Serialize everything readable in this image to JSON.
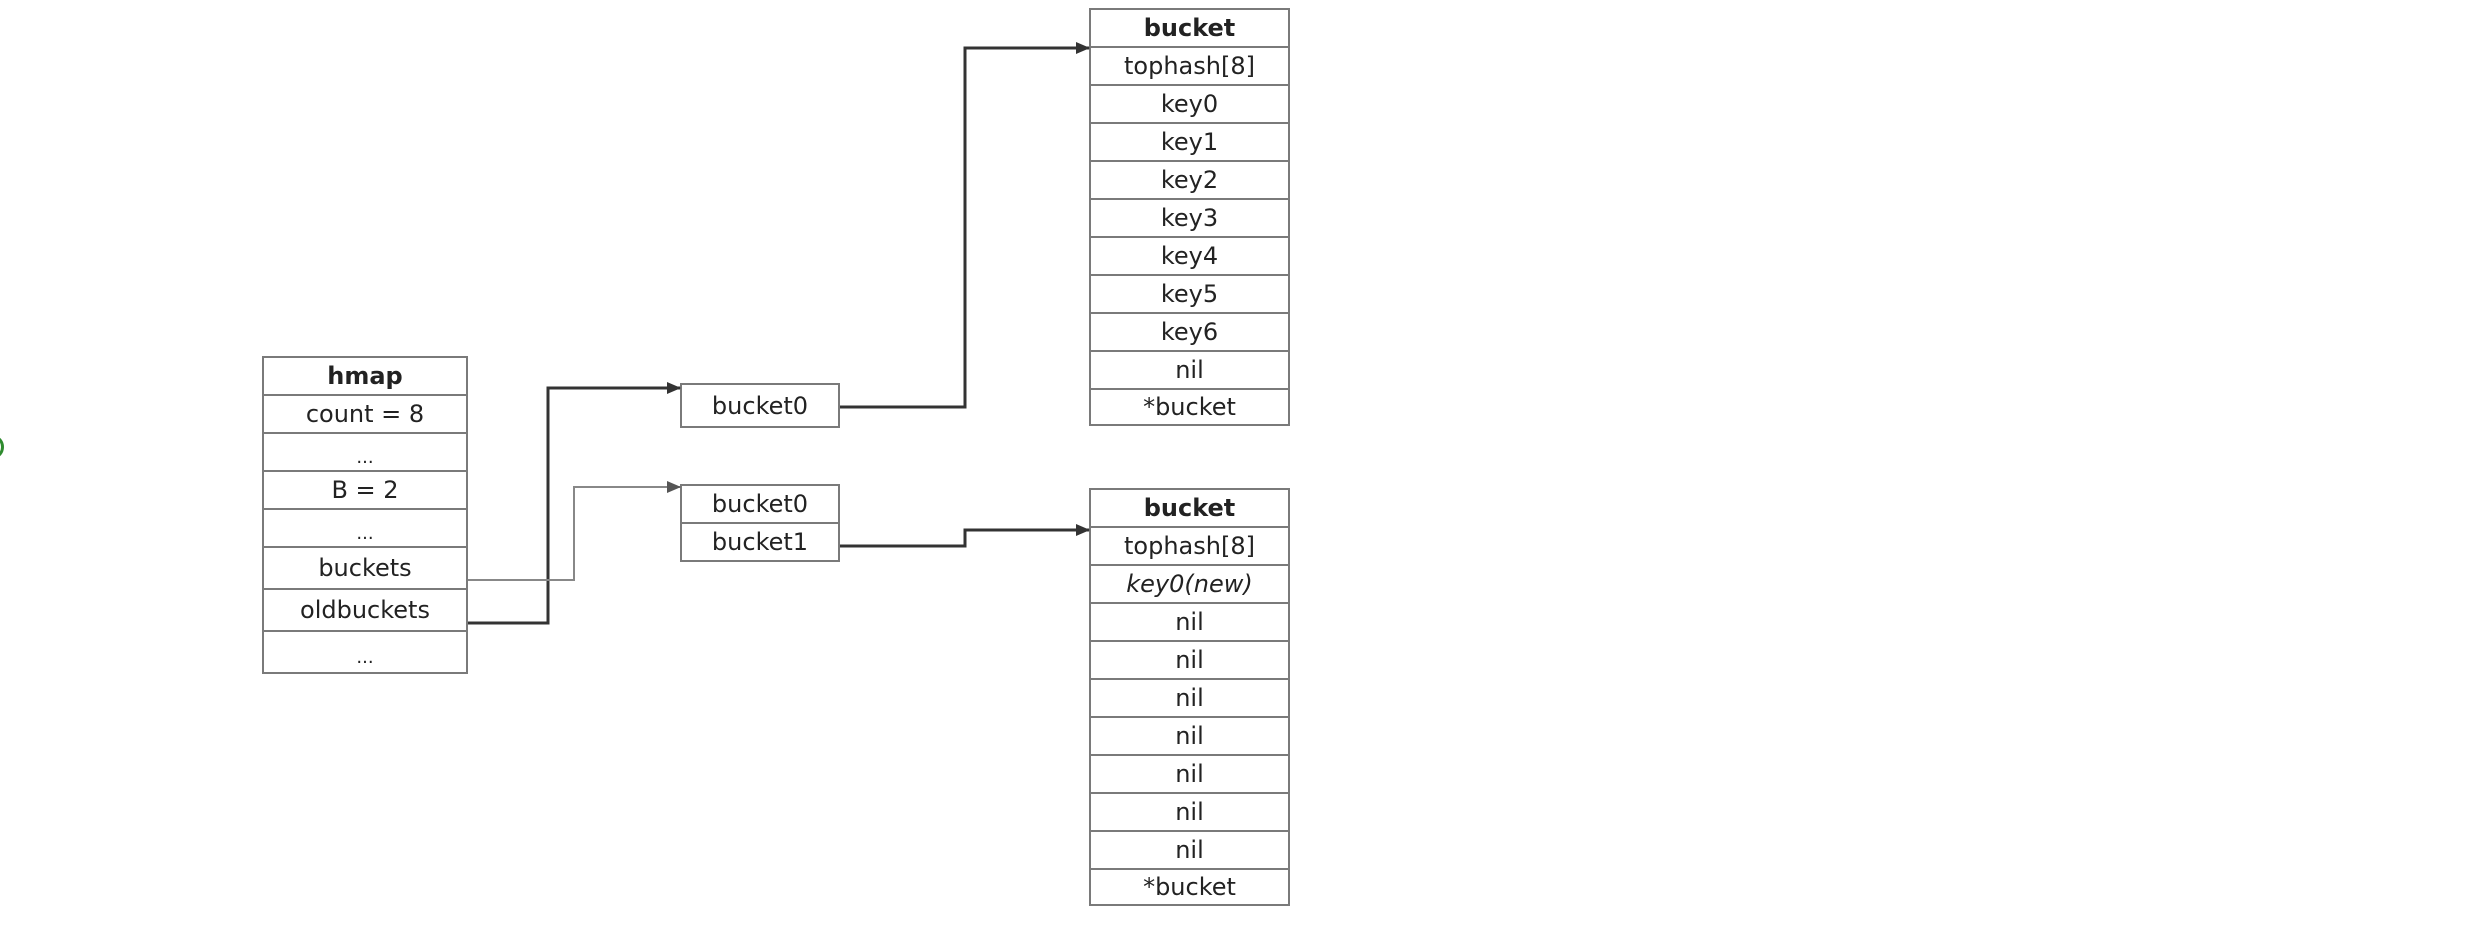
{
  "hmap": {
    "rows": [
      {
        "text": "hmap",
        "style": "header"
      },
      {
        "text": "count = 8",
        "style": "normal"
      },
      {
        "text": "...",
        "style": "dots"
      },
      {
        "text": "B = 2",
        "style": "normal"
      },
      {
        "text": "...",
        "style": "dots"
      },
      {
        "text": "buckets",
        "style": "normal"
      },
      {
        "text": "oldbuckets",
        "style": "normal"
      },
      {
        "text": "...",
        "style": "dots"
      }
    ]
  },
  "old_array": {
    "rows": [
      {
        "text": "bucket0",
        "style": "normal"
      }
    ]
  },
  "new_array": {
    "rows": [
      {
        "text": "bucket0",
        "style": "normal"
      },
      {
        "text": "bucket1",
        "style": "normal"
      }
    ]
  },
  "bucket_top": {
    "rows": [
      {
        "text": "bucket",
        "style": "header"
      },
      {
        "text": "tophash[8]",
        "style": "normal"
      },
      {
        "text": "key0",
        "style": "normal"
      },
      {
        "text": "key1",
        "style": "normal"
      },
      {
        "text": "key2",
        "style": "normal"
      },
      {
        "text": "key3",
        "style": "normal"
      },
      {
        "text": "key4",
        "style": "normal"
      },
      {
        "text": "key5",
        "style": "normal"
      },
      {
        "text": "key6",
        "style": "normal"
      },
      {
        "text": "nil",
        "style": "normal"
      },
      {
        "text": "*bucket",
        "style": "normal"
      }
    ]
  },
  "bucket_bottom": {
    "rows": [
      {
        "text": "bucket",
        "style": "header"
      },
      {
        "text": "tophash[8]",
        "style": "normal"
      },
      {
        "text": "key0(new)",
        "style": "italic"
      },
      {
        "text": "nil",
        "style": "normal"
      },
      {
        "text": "nil",
        "style": "normal"
      },
      {
        "text": "nil",
        "style": "normal"
      },
      {
        "text": "nil",
        "style": "normal"
      },
      {
        "text": "nil",
        "style": "normal"
      },
      {
        "text": "nil",
        "style": "normal"
      },
      {
        "text": "nil",
        "style": "normal"
      },
      {
        "text": "*bucket",
        "style": "normal"
      }
    ]
  },
  "colors": {
    "border": "#7a7a7a",
    "arrow_dark": "#333333",
    "arrow_light": "#888888",
    "marker": "#2e8b2e"
  }
}
